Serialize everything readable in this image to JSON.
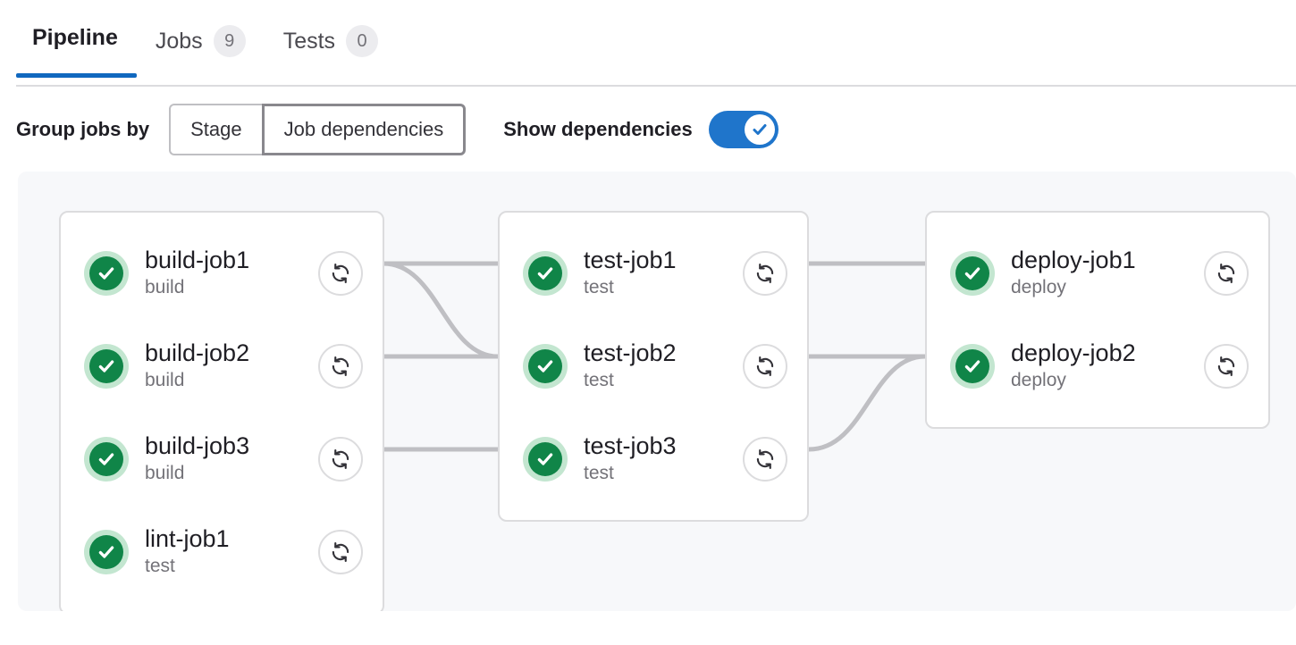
{
  "tabs": [
    {
      "label": "Pipeline",
      "badge": null,
      "active": true
    },
    {
      "label": "Jobs",
      "badge": "9",
      "active": false
    },
    {
      "label": "Tests",
      "badge": "0",
      "active": false
    }
  ],
  "controls": {
    "group_by_label": "Group jobs by",
    "segments": [
      {
        "label": "Stage",
        "selected": false
      },
      {
        "label": "Job dependencies",
        "selected": true
      }
    ],
    "show_dependencies_label": "Show dependencies",
    "show_dependencies_on": true
  },
  "icons": {
    "status": "status-success-icon",
    "retry": "retry-icon",
    "toggle_check": "check-icon"
  },
  "colors": {
    "accent": "#1068bf",
    "toggle_on": "#1f75cb",
    "status_success": "#108548",
    "status_success_ring": "#c3e6d0",
    "link_line": "#bfbfc3",
    "graph_background": "#f7f8fa",
    "card_border": "#dcdcde"
  },
  "graph": {
    "columns": [
      {
        "id": "build",
        "jobs": [
          {
            "name": "build-job1",
            "stage": "build",
            "status": "success"
          },
          {
            "name": "build-job2",
            "stage": "build",
            "status": "success"
          },
          {
            "name": "build-job3",
            "stage": "build",
            "status": "success"
          },
          {
            "name": "lint-job1",
            "stage": "test",
            "status": "success"
          }
        ]
      },
      {
        "id": "test",
        "jobs": [
          {
            "name": "test-job1",
            "stage": "test",
            "status": "success"
          },
          {
            "name": "test-job2",
            "stage": "test",
            "status": "success"
          },
          {
            "name": "test-job3",
            "stage": "test",
            "status": "success"
          }
        ]
      },
      {
        "id": "deploy",
        "jobs": [
          {
            "name": "deploy-job1",
            "stage": "deploy",
            "status": "success"
          },
          {
            "name": "deploy-job2",
            "stage": "deploy",
            "status": "success"
          }
        ]
      }
    ]
  }
}
